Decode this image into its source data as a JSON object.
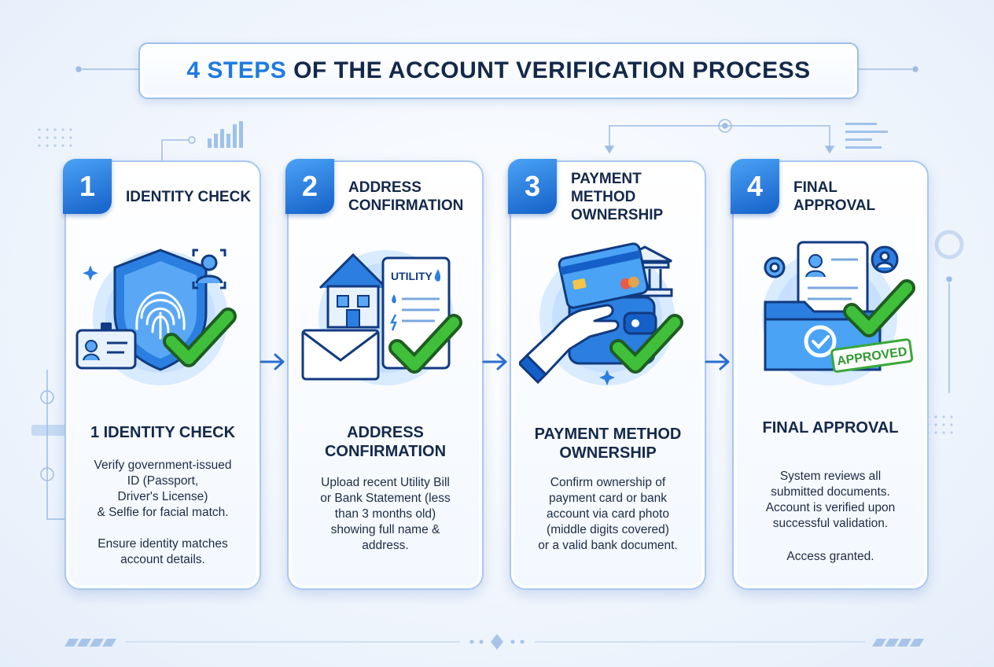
{
  "title": {
    "highlight": "4 STEPS",
    "rest": "OF THE ACCOUNT VERIFICATION PROCESS"
  },
  "colors": {
    "accent": "#1f7be0",
    "navy": "#14284a",
    "check": "#3fbf3a",
    "badge": "#1560c8"
  },
  "steps": [
    {
      "number": "1",
      "header": "IDENTITY CHECK",
      "subtitle": "1 IDENTITY CHECK",
      "icons": [
        "shield-fingerprint-icon",
        "face-id-icon",
        "id-card-icon",
        "checkmark-icon"
      ],
      "desc": [
        "Verify government-issued",
        "ID (Passport,",
        "Driver's License)",
        "& Selfie for facial match.",
        "",
        "Ensure identity matches",
        "account details."
      ]
    },
    {
      "number": "2",
      "header": "ADDRESS CONFIRMATION",
      "subtitle": "ADDRESS CONFIRMATION",
      "illus_label": "UTILITY",
      "icons": [
        "house-icon",
        "utility-bill-icon",
        "envelope-icon",
        "checkmark-icon"
      ],
      "desc": [
        "Upload recent Utility Bill",
        "or Bank Statement (less",
        "than 3 months old)",
        "showing full name &",
        "address."
      ]
    },
    {
      "number": "3",
      "header": "PAYMENT METHOD OWNERSHIP",
      "subtitle": "PAYMENT METHOD OWNERSHIP",
      "icons": [
        "credit-card-icon",
        "bank-icon",
        "wallet-icon",
        "hand-icon",
        "checkmark-icon"
      ],
      "desc": [
        "Confirm ownership of",
        "payment card or bank",
        "account via card photo",
        "(middle digits covered)",
        "or a valid bank document."
      ]
    },
    {
      "number": "4",
      "header": "FINAL APPROVAL",
      "subtitle": "FINAL APPROVAL",
      "stamp": "APPROVED",
      "icons": [
        "folder-icon",
        "document-icon",
        "gear-icon",
        "checkmark-icon",
        "approved-stamp-icon"
      ],
      "desc": [
        "System reviews all",
        "submitted documents.",
        "Account is verified upon",
        "successful validation.",
        "",
        "Access granted."
      ]
    }
  ]
}
